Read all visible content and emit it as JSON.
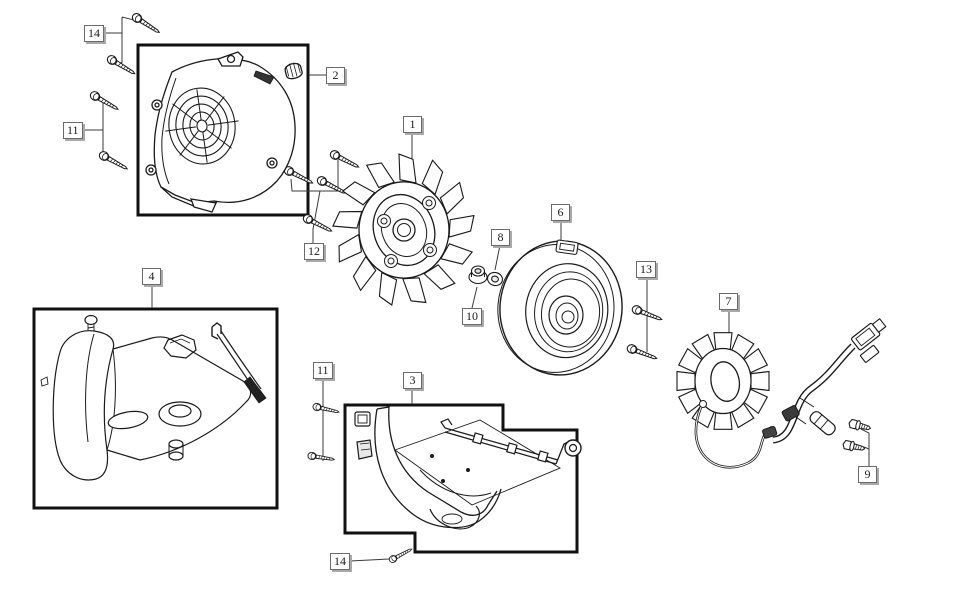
{
  "diagram": {
    "kind": "exploded-parts-diagram",
    "subject": "flywheel magneto, fan cover and shroud assembly",
    "background_color": "#ffffff",
    "line_color": "#1a1a1a",
    "callout_box_color": "#ffffff",
    "callout_border_color": "#6a6a6a",
    "callout_shadow_color": "#a9a9a9",
    "part_numbers_visible": [
      "1",
      "2",
      "3",
      "4",
      "6",
      "7",
      "8",
      "9",
      "10",
      "11",
      "12",
      "13",
      "14"
    ]
  },
  "callouts": [
    {
      "label": "14"
    },
    {
      "label": "2"
    },
    {
      "label": "11"
    },
    {
      "label": "1"
    },
    {
      "label": "12"
    },
    {
      "label": "8"
    },
    {
      "label": "10"
    },
    {
      "label": "6"
    },
    {
      "label": "13"
    },
    {
      "label": "7"
    },
    {
      "label": "9"
    },
    {
      "label": "4"
    },
    {
      "label": "11"
    },
    {
      "label": "3"
    },
    {
      "label": "14"
    }
  ]
}
